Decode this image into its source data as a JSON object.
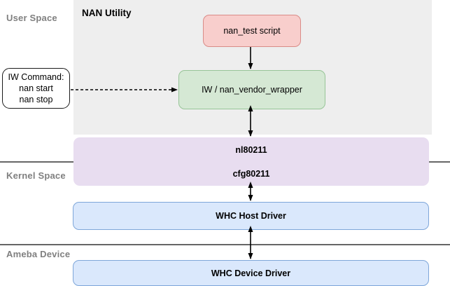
{
  "diagram": {
    "title": "NAN Utility",
    "zones": [
      {
        "name": "user-space",
        "label": "User Space"
      },
      {
        "name": "kernel-space",
        "label": "Kernel Space"
      },
      {
        "name": "ameba-device",
        "label": "Ameba Device"
      }
    ],
    "nodes": {
      "iw_command": {
        "line1": "IW Command:",
        "line2": "nan start",
        "line3": "nan stop",
        "color": "#ffffff"
      },
      "nan_test_script": {
        "label": "nan_test script",
        "color": "#f8cecc"
      },
      "iw_vendor_wrapper": {
        "label": "IW / nan_vendor_wrapper",
        "color": "#d5e8d4"
      },
      "nl80211": {
        "label": "nl80211",
        "color": "#e8ddf0"
      },
      "cfg80211": {
        "label": "cfg80211",
        "color": "#e8ddf0"
      },
      "whc_host_driver": {
        "label": "WHC Host Driver",
        "color": "#dae8fc"
      },
      "whc_device_driver": {
        "label": "WHC Device Driver",
        "color": "#dae8fc"
      }
    },
    "connectors": [
      {
        "name": "iw-command-to-wrapper",
        "style": "dashed",
        "heads": "single"
      },
      {
        "name": "script-to-wrapper",
        "style": "solid",
        "heads": "single"
      },
      {
        "name": "wrapper-to-nl80211",
        "style": "solid",
        "heads": "double"
      },
      {
        "name": "cfg80211-to-whc-host",
        "style": "solid",
        "heads": "double"
      },
      {
        "name": "whc-host-to-whc-device",
        "style": "solid",
        "heads": "double"
      }
    ],
    "colors": {
      "container_bg": "#eeeeee",
      "divider": "#666666",
      "zone_label": "#808080",
      "arrow": "#000000"
    }
  }
}
